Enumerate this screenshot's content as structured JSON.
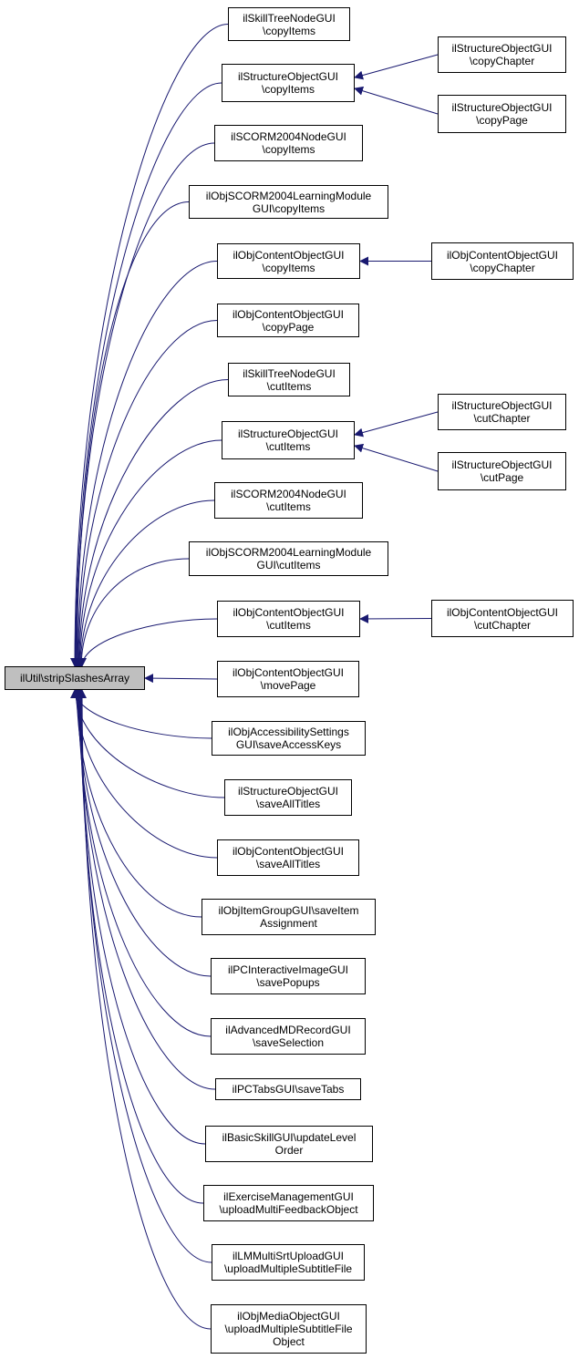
{
  "graph": {
    "colors": {
      "edge": "#191970",
      "border": "#000000",
      "focus_fill": "#bfbfbf",
      "node_fill": "#ffffff"
    },
    "focus": {
      "id": "root",
      "lines": [
        "ilUtil\\stripSlashesArray"
      ]
    },
    "callers": [
      {
        "id": "c1",
        "lines": [
          "ilSkillTreeNodeGUI",
          "\\copyItems"
        ]
      },
      {
        "id": "c2",
        "lines": [
          "ilStructureObjectGUI",
          "\\copyItems"
        ]
      },
      {
        "id": "c3",
        "lines": [
          "ilSCORM2004NodeGUI",
          "\\copyItems"
        ]
      },
      {
        "id": "c4",
        "lines": [
          "ilObjSCORM2004LearningModule",
          "GUI\\copyItems"
        ]
      },
      {
        "id": "c5",
        "lines": [
          "ilObjContentObjectGUI",
          "\\copyItems"
        ]
      },
      {
        "id": "c6",
        "lines": [
          "ilObjContentObjectGUI",
          "\\copyPage"
        ]
      },
      {
        "id": "c7",
        "lines": [
          "ilSkillTreeNodeGUI",
          "\\cutItems"
        ]
      },
      {
        "id": "c8",
        "lines": [
          "ilStructureObjectGUI",
          "\\cutItems"
        ]
      },
      {
        "id": "c9",
        "lines": [
          "ilSCORM2004NodeGUI",
          "\\cutItems"
        ]
      },
      {
        "id": "c10",
        "lines": [
          "ilObjSCORM2004LearningModule",
          "GUI\\cutItems"
        ]
      },
      {
        "id": "c11",
        "lines": [
          "ilObjContentObjectGUI",
          "\\cutItems"
        ]
      },
      {
        "id": "c12",
        "lines": [
          "ilObjContentObjectGUI",
          "\\movePage"
        ]
      },
      {
        "id": "c13",
        "lines": [
          "ilObjAccessibilitySettings",
          "GUI\\saveAccessKeys"
        ]
      },
      {
        "id": "c14",
        "lines": [
          "ilStructureObjectGUI",
          "\\saveAllTitles"
        ]
      },
      {
        "id": "c15",
        "lines": [
          "ilObjContentObjectGUI",
          "\\saveAllTitles"
        ]
      },
      {
        "id": "c16",
        "lines": [
          "ilObjItemGroupGUI\\saveItem",
          "Assignment"
        ]
      },
      {
        "id": "c17",
        "lines": [
          "ilPCInteractiveImageGUI",
          "\\savePopups"
        ]
      },
      {
        "id": "c18",
        "lines": [
          "ilAdvancedMDRecordGUI",
          "\\saveSelection"
        ]
      },
      {
        "id": "c19",
        "lines": [
          "ilPCTabsGUI\\saveTabs"
        ]
      },
      {
        "id": "c20",
        "lines": [
          "ilBasicSkillGUI\\updateLevel",
          "Order"
        ]
      },
      {
        "id": "c21",
        "lines": [
          "ilExerciseManagementGUI",
          "\\uploadMultiFeedbackObject"
        ]
      },
      {
        "id": "c22",
        "lines": [
          "ilLMMultiSrtUploadGUI",
          "\\uploadMultipleSubtitleFile"
        ]
      },
      {
        "id": "c23",
        "lines": [
          "ilObjMediaObjectGUI",
          "\\uploadMultipleSubtitleFile",
          "Object"
        ]
      }
    ],
    "second_level": [
      {
        "id": "d1",
        "target": "c2",
        "lines": [
          "ilStructureObjectGUI",
          "\\copyChapter"
        ]
      },
      {
        "id": "d2",
        "target": "c2",
        "lines": [
          "ilStructureObjectGUI",
          "\\copyPage"
        ]
      },
      {
        "id": "d3",
        "target": "c5",
        "lines": [
          "ilObjContentObjectGUI",
          "\\copyChapter"
        ]
      },
      {
        "id": "d4",
        "target": "c8",
        "lines": [
          "ilStructureObjectGUI",
          "\\cutChapter"
        ]
      },
      {
        "id": "d5",
        "target": "c8",
        "lines": [
          "ilStructureObjectGUI",
          "\\cutPage"
        ]
      },
      {
        "id": "d6",
        "target": "c11",
        "lines": [
          "ilObjContentObjectGUI",
          "\\cutChapter"
        ]
      }
    ]
  }
}
